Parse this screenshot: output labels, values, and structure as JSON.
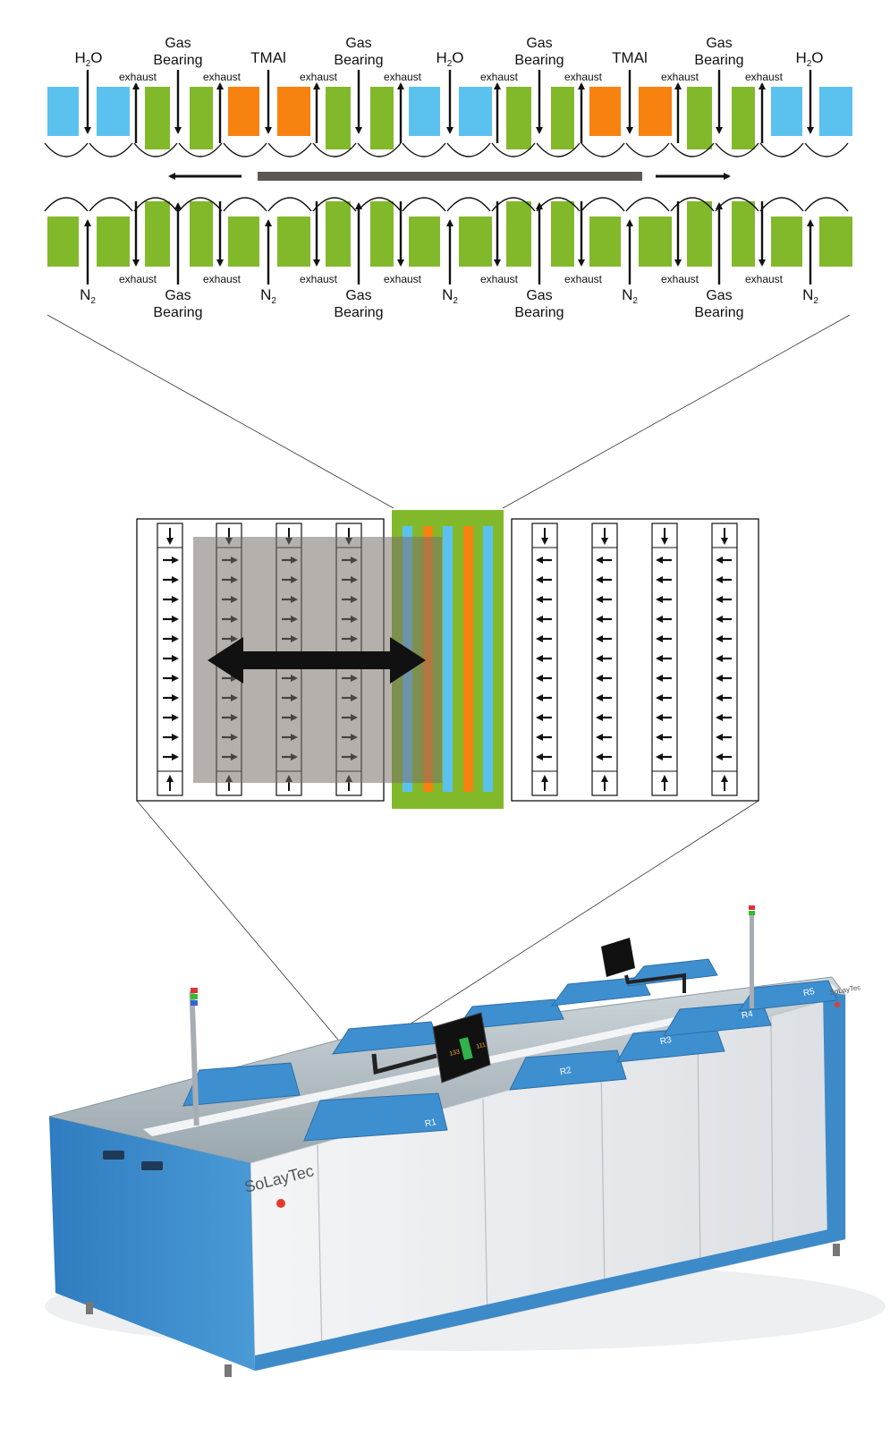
{
  "colors": {
    "h2o": "#5bc2ef",
    "tmai": "#f7820f",
    "bearing": "#82b92b",
    "arrow": "#111111",
    "substrate": "#5e5651",
    "machine_blue": "#3d8ac9",
    "machine_panel": "#e9ebee"
  },
  "top_diagram": {
    "labels": {
      "h2o": "H",
      "h2o_sub": "2",
      "h2o_tail": "O",
      "tmai": "TMAl",
      "gas": "Gas",
      "bearing": "Bearing",
      "exhaust": "exhaust",
      "n2": "N",
      "n2_sub": "2"
    }
  },
  "machine": {
    "brand_front": "SoLayTec",
    "brand_side": "SoLayTec",
    "reactors": [
      "R1",
      "R2",
      "R3",
      "R4",
      "R5"
    ],
    "screen_left": "133",
    "screen_right": "111"
  }
}
